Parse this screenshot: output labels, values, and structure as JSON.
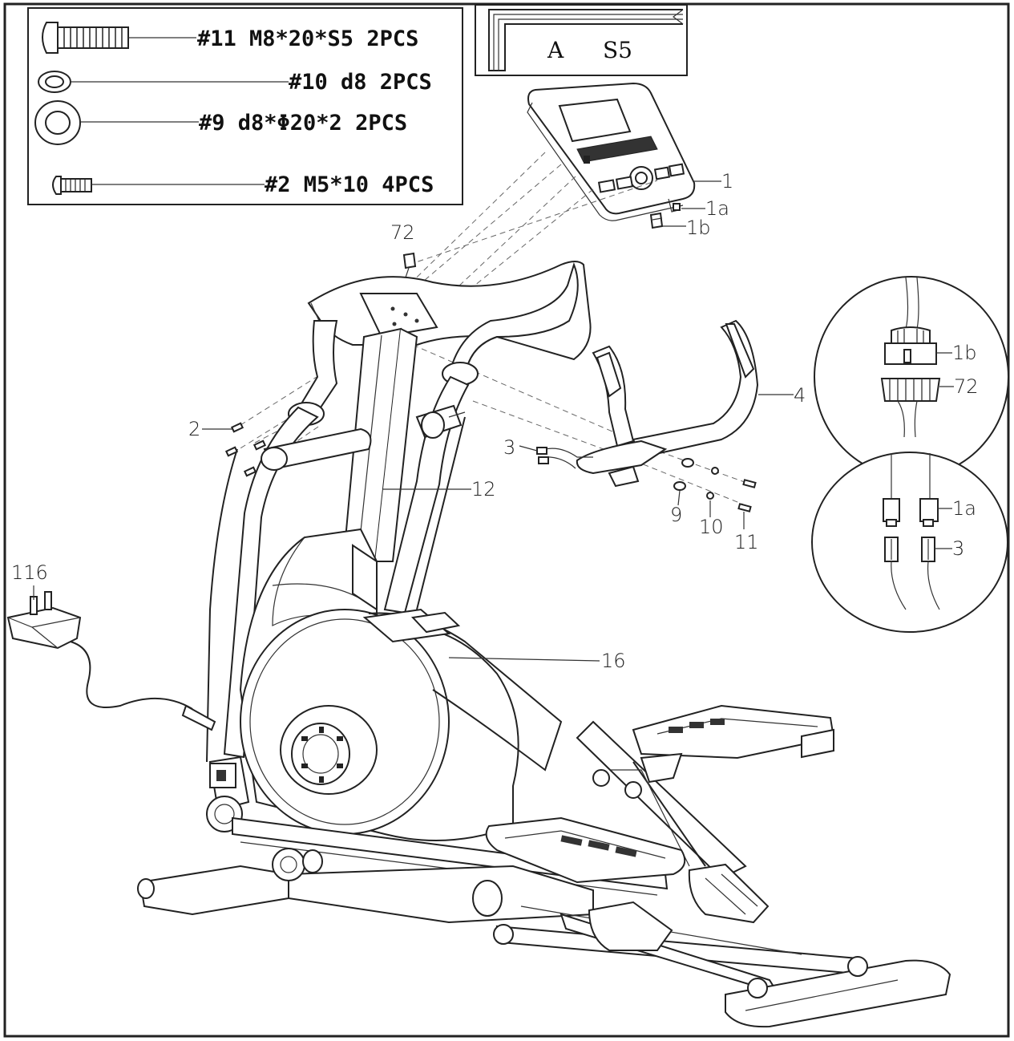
{
  "hardware": [
    {
      "label": "#11 M8*20*S5 2PCS",
      "part": "bolt"
    },
    {
      "label": "#10 d8 2PCS",
      "part": "spring-washer"
    },
    {
      "label": "#9 d8*Φ20*2 2PCS",
      "part": "flat-washer"
    },
    {
      "label": "#2 M5*10 4PCS",
      "part": "screw"
    }
  ],
  "tool": {
    "letter": "A",
    "size": "S5"
  },
  "callouts": {
    "c1": "1",
    "c1a": "1a",
    "c1b": "1b",
    "c72": "72",
    "c2": "2",
    "c3": "3",
    "c4": "4",
    "c12": "12",
    "c9": "9",
    "c10": "10",
    "c11": "11",
    "c116": "116",
    "c16": "16"
  },
  "detail_top": {
    "upper": "1b",
    "lower": "72"
  },
  "detail_bottom": {
    "upper": "1a",
    "lower": "3"
  },
  "colors": {
    "line": "#222222",
    "background": "#ffffff"
  }
}
